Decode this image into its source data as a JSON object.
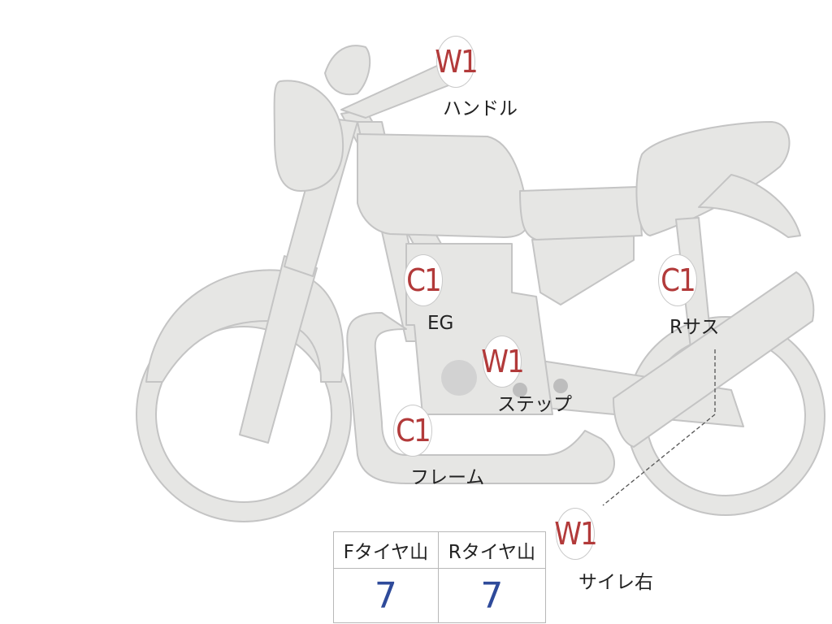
{
  "colors": {
    "body_fill": "#e6e6e4",
    "body_stroke": "#c4c4c4",
    "marker_text": "#b23a3a",
    "value_text": "#2e4a9a"
  },
  "markers": [
    {
      "code": "W1",
      "label": "ハンドル"
    },
    {
      "code": "C1",
      "label": "EG"
    },
    {
      "code": "C1",
      "label": "Rサス"
    },
    {
      "code": "W1",
      "label": "ステップ"
    },
    {
      "code": "C1",
      "label": "フレーム"
    },
    {
      "code": "W1",
      "label": "サイレ右"
    }
  ],
  "tire_table": {
    "headers": [
      "Fタイヤ山",
      "Rタイヤ山"
    ],
    "values": [
      "7",
      "7"
    ]
  }
}
